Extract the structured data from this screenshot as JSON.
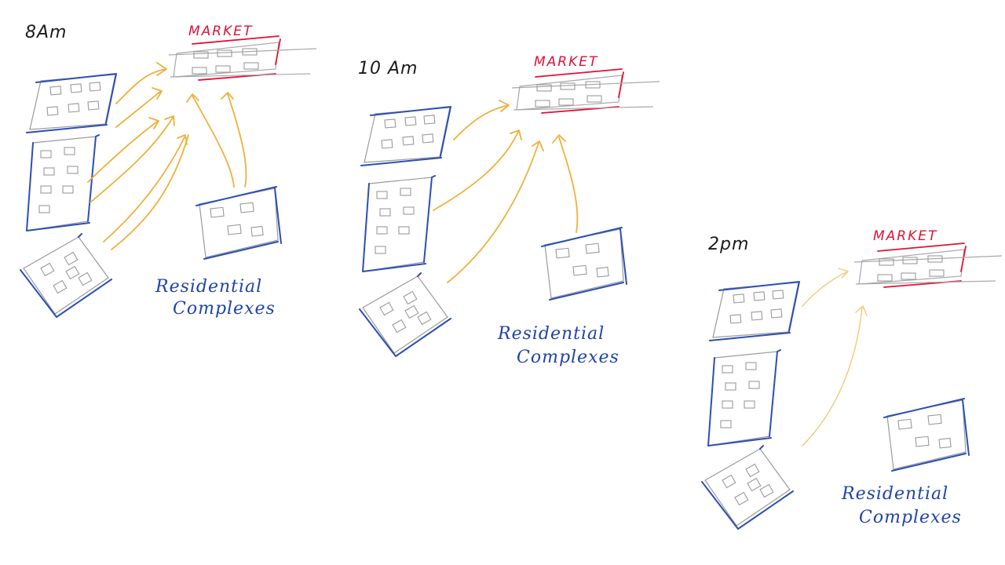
{
  "colors": {
    "background": "#ffffff",
    "market": "#e01236",
    "residential": "#1f44a8",
    "flow_arrows": "#f0b03c",
    "building_outline": "#9a9a9a"
  },
  "panels": [
    {
      "time": "8Am",
      "market_label": "MARKET",
      "residential_label_line1": "Residential",
      "residential_label_line2": "Complexes"
    },
    {
      "time": "10 Am",
      "market_label": "MARKET",
      "residential_label_line1": "Residential",
      "residential_label_line2": "Complexes"
    },
    {
      "time": "2pm",
      "market_label": "MARKET",
      "residential_label_line1": "Residential",
      "residential_label_line2": "Complexes"
    }
  ]
}
